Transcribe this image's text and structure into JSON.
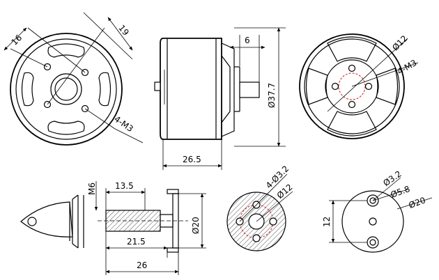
{
  "views": {
    "front": {
      "dim_diag_a": "16",
      "dim_diag_b": "19",
      "dim_thread": "4-M3"
    },
    "side": {
      "dim_shaft_len": "6",
      "dim_diameter": "Ø37.7",
      "dim_length": "26.5"
    },
    "rear": {
      "dim_bolt_circle": "Ø12",
      "dim_thread": "4-M3"
    },
    "shaft": {
      "dim_thread": "M6",
      "dim_thread_len": "13.5",
      "dim_shaft_len": "21.5",
      "dim_total_len": "26",
      "dim_flange_dia": "Ø20"
    },
    "mount": {
      "dim_holes": "4-Ø3.2",
      "dim_bolt_circle": "Ø12"
    },
    "adapter": {
      "dim_hole": "Ø3.2",
      "dim_hole_large": "Ø5.8",
      "dim_outer": "Ø20",
      "dim_spacing": "12"
    }
  }
}
